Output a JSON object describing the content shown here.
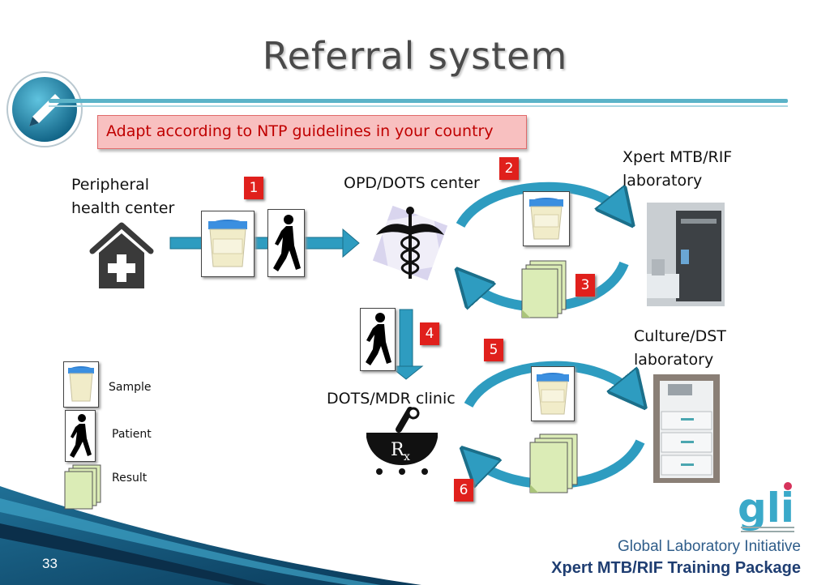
{
  "slide": {
    "title": "Referral system",
    "note": "Adapt according to NTP guidelines in your country",
    "page_number": "33"
  },
  "nodes": {
    "peripheral": "Peripheral health center",
    "opd": "OPD/DOTS center",
    "xpert_lab": "Xpert MTB/RIF laboratory",
    "culture_lab": "Culture/DST laboratory",
    "clinic": "DOTS/MDR clinic"
  },
  "steps": [
    "1",
    "2",
    "3",
    "4",
    "5",
    "6"
  ],
  "legend": {
    "sample": "Sample",
    "patient": "Patient",
    "result": "Result"
  },
  "footer": {
    "org": "Global Laboratory Initiative",
    "package": "Xpert MTB/RIF Training Package",
    "logo_text": "gli"
  },
  "colors": {
    "arrow": "#2e9cc0",
    "title_rule": "#5bb3c8",
    "step_badge": "#e0201c",
    "note_text": "#c00000",
    "footer_text": "#1f3e72"
  }
}
